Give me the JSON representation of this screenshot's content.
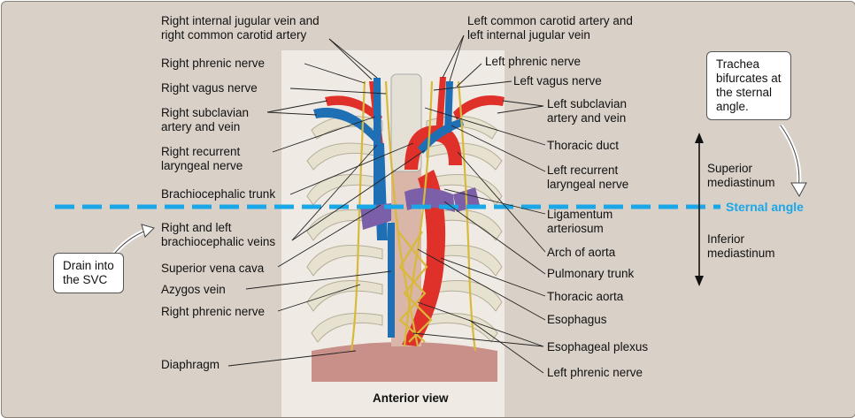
{
  "labels_left": [
    "Right internal jugular vein and\nright common carotid artery",
    "Right phrenic nerve",
    "Right vagus nerve",
    "Right subclavian\nartery and vein",
    "Right recurrent\nlaryngeal nerve",
    "Brachiocephalic trunk",
    "Right and left\nbrachiocephalic veins",
    "Superior vena cava",
    "Azygos vein",
    "Right phrenic nerve",
    "Diaphragm"
  ],
  "labels_right": [
    "Left common carotid artery and\nleft internal jugular vein",
    "Left phrenic nerve",
    "Left vagus nerve",
    "Left subclavian\nartery and vein",
    "Thoracic duct",
    "Left recurrent\nlaryngeal nerve",
    "Ligamentum\narteriosum",
    "Arch of aorta",
    "Pulmonary trunk",
    "Thoracic aorta",
    "Esophagus",
    "Esophageal plexus",
    "Left phrenic nerve"
  ],
  "regions": {
    "superior": "Superior\nmediastinum",
    "inferior": "Inferior\nmediastinum",
    "sternal_angle": "Sternal angle"
  },
  "callouts": {
    "trachea": "Trachea\nbifurcates at\nthe sternal\nangle.",
    "drain": "Drain into\nthe SVC"
  },
  "view_label": "Anterior view",
  "colors": {
    "background": "#d9d1c8",
    "artery": "#e0302a",
    "vein": "#1f6fb5",
    "nerve": "#d8b93a",
    "sternal_line": "#1aa7e8",
    "pulmonary": "#7b5fa8",
    "bone": "#e6e2cf"
  }
}
